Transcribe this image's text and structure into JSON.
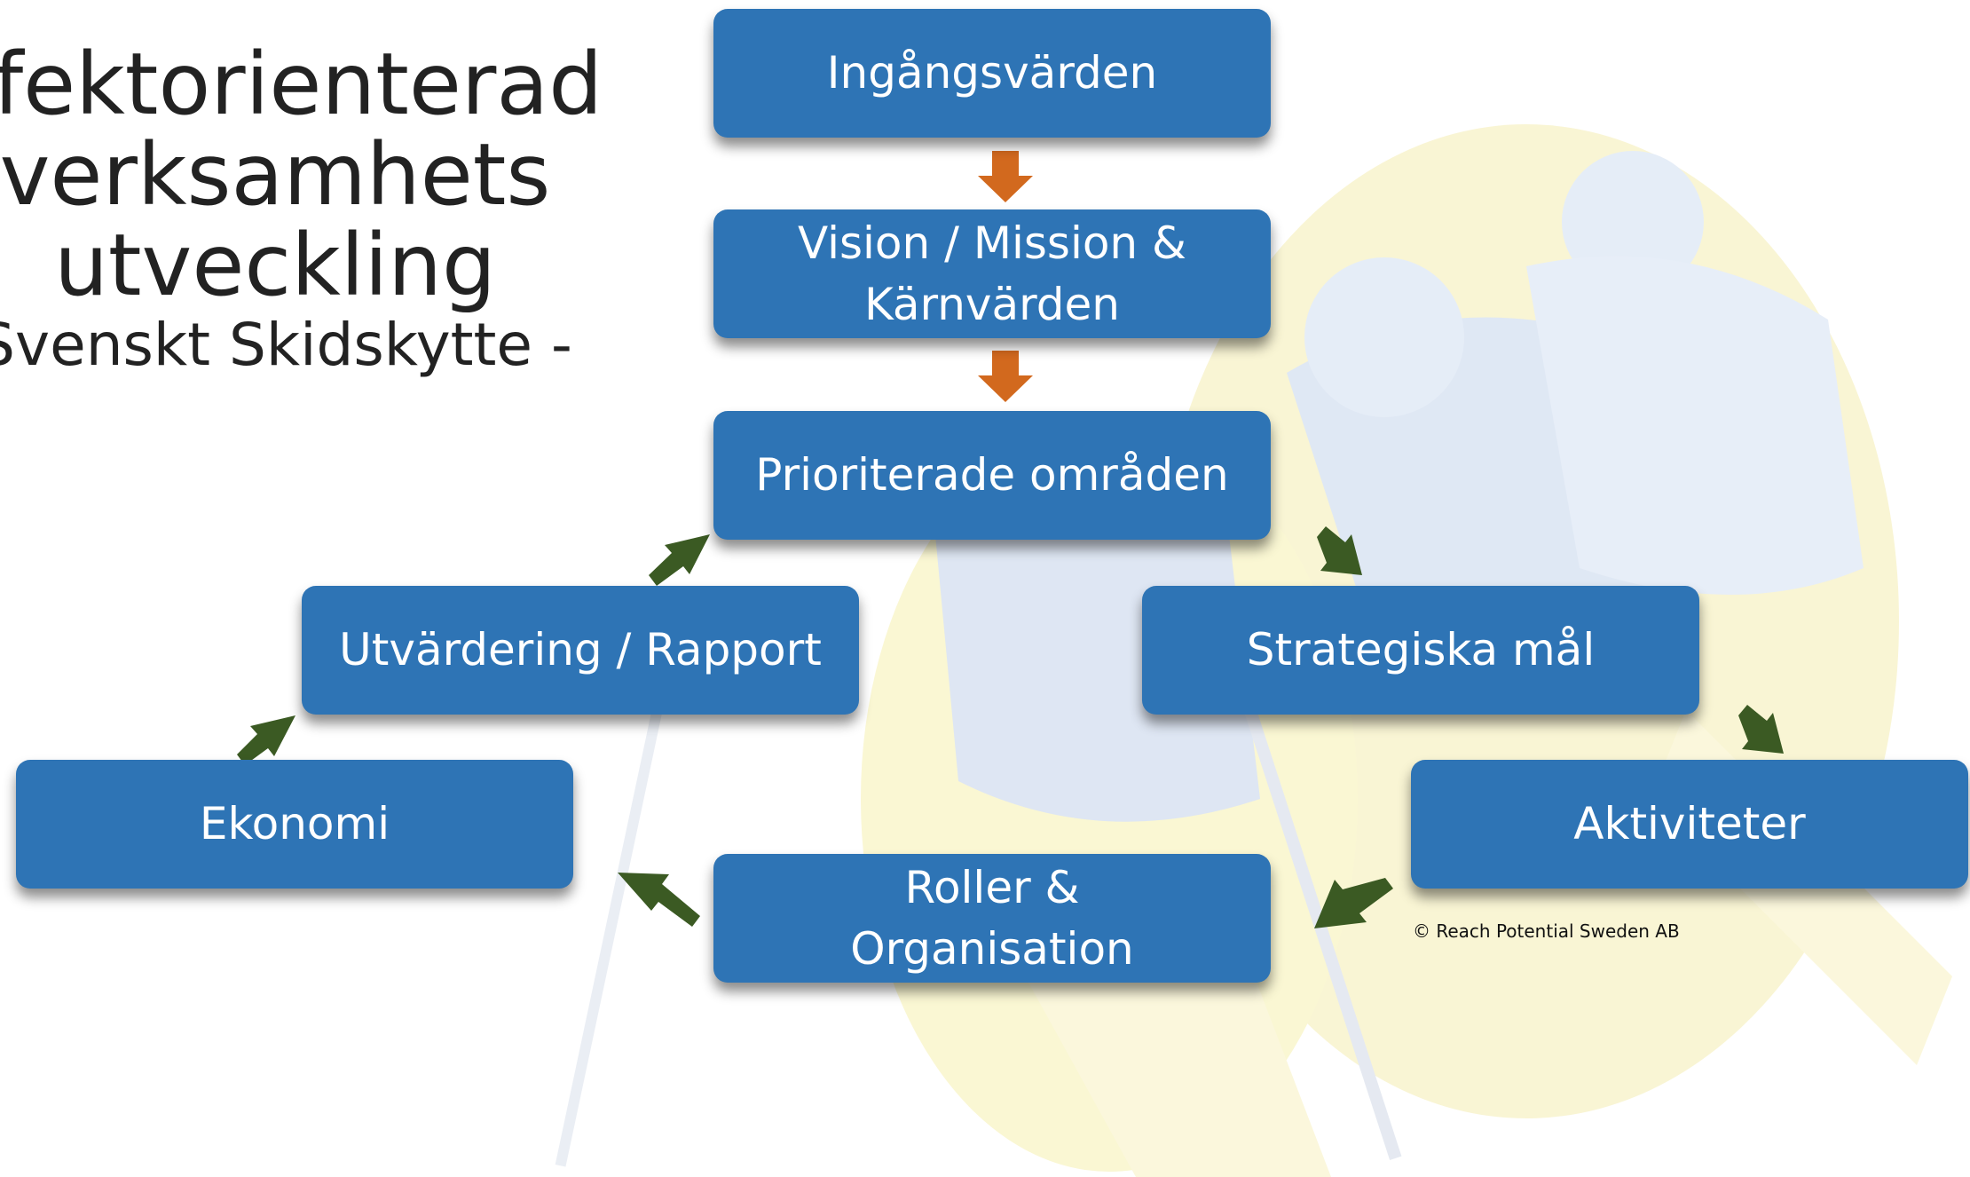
{
  "title": {
    "line1": "ffektorienterad",
    "line2": "verksamhets",
    "line3": "utveckling",
    "subtitle": "Svenskt Skidskytte -"
  },
  "nodes": {
    "ingangsvarden": "Ingångsvärden",
    "vision_line1": "Vision / Mission &",
    "vision_line2": "Kärnvärden",
    "prioriterade": "Prioriterade områden",
    "strategiska": "Strategiska mål",
    "aktiviteter": "Aktiviteter",
    "roller_line1": "Roller &",
    "roller_line2": "Organisation",
    "ekonomi": "Ekonomi",
    "utvardering": "Utvärdering / Rapport"
  },
  "copyright": "© Reach Potential Sweden AB",
  "colors": {
    "box": "#2e74b5",
    "arrow_orange": "#d2691e",
    "arrow_green": "#3b5a23"
  }
}
